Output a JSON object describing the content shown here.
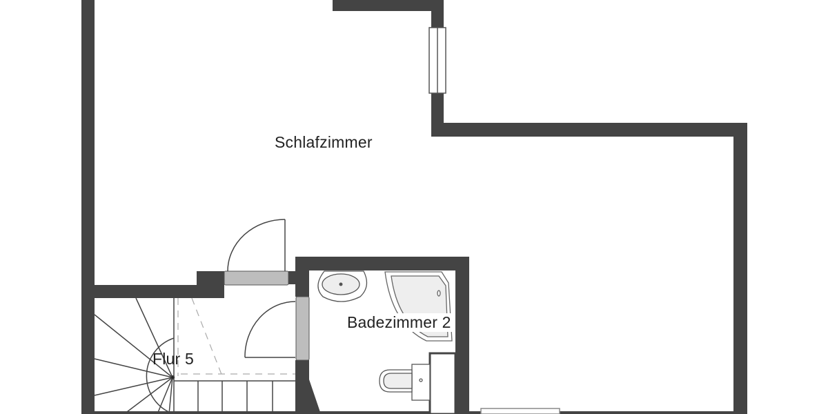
{
  "plan": {
    "colors": {
      "wall": "#444444",
      "door": "#bdbdbd",
      "line": "#444444",
      "fixture_fill": "#eeeeee",
      "background": "#ffffff"
    },
    "rooms": [
      {
        "id": "schlafzimmer",
        "label": "Schlafzimmer"
      },
      {
        "id": "badezimmer-2",
        "label": "Badezimmer 2"
      },
      {
        "id": "flur-5",
        "label": "Flur 5"
      }
    ]
  }
}
